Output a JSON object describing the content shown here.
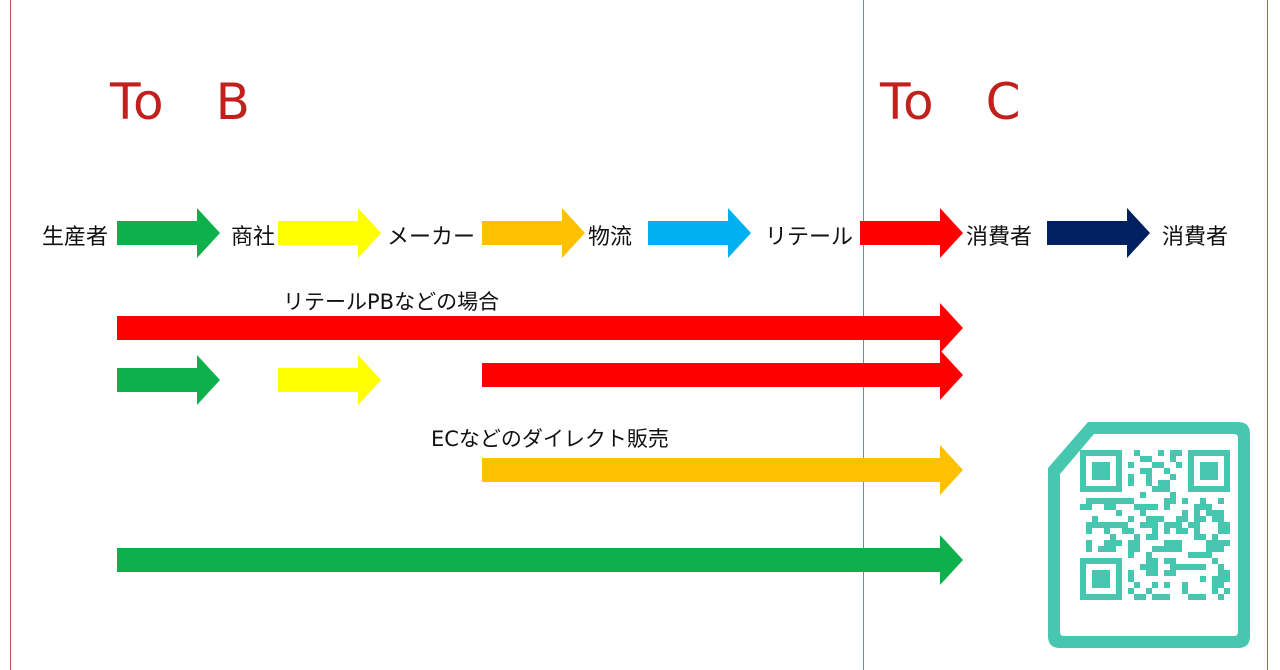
{
  "headings": {
    "to_b": "To　B",
    "to_c": "To　C"
  },
  "flow": {
    "nodes": [
      "生産者",
      "商社",
      "メーカー",
      "物流",
      "リテール",
      "消費者",
      "消費者"
    ]
  },
  "captions": {
    "retail_pb": "リテールPBなどの場合",
    "ec_direct": "ECなどのダイレクト販売"
  },
  "colors": {
    "green": "#0db04b",
    "yellow": "#ffff00",
    "orange": "#ffc000",
    "blue": "#00b0f0",
    "red": "#ff0000",
    "navy": "#002060",
    "heading_red": "#c0211d",
    "qr_teal": "#47c7b0"
  },
  "icons": {
    "qr": "qr-code-icon"
  }
}
